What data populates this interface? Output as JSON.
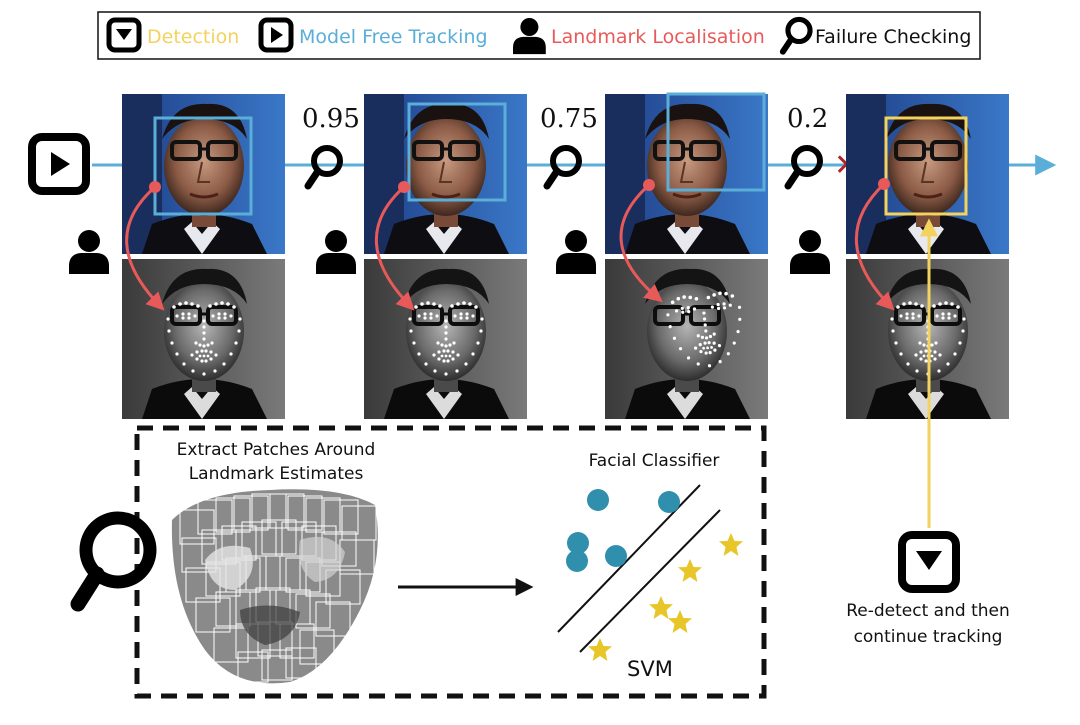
{
  "legend": {
    "items": [
      {
        "label": "Detection",
        "color": "#f3d25e",
        "icon": "detection-icon"
      },
      {
        "label": "Model Free Tracking",
        "color": "#5aaed8",
        "icon": "tracking-play-icon"
      },
      {
        "label": "Landmark Localisation",
        "color": "#e85a5a",
        "icon": "person-icon"
      },
      {
        "label": "Failure Checking",
        "color": "#111111",
        "icon": "magnifier-icon"
      }
    ]
  },
  "scores": [
    "0.95",
    "0.75",
    "0.2"
  ],
  "failure_marker": "✕",
  "patch_panel": {
    "title_line1": "Extract Patches Around",
    "title_line2": "Landmark Estimates",
    "classifier_title": "Facial Classifier",
    "svm_label": "SVM"
  },
  "redetect": {
    "line1": "Re-detect and then",
    "line2": "continue tracking"
  },
  "colors": {
    "tracking": "#5aaed8",
    "landmark": "#e85a5a",
    "detection": "#f3d25e",
    "negative": "#2f8fad",
    "positive": "#e8c62a"
  }
}
